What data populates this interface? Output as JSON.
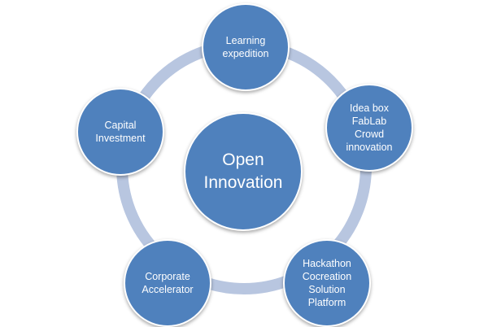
{
  "diagram": {
    "center": {
      "lines": [
        "Open",
        "Innovation"
      ]
    },
    "nodes": [
      {
        "lines": [
          "Learning",
          "expedition"
        ]
      },
      {
        "lines": [
          "Idea box",
          "FabLab",
          "Crowd",
          "innovation"
        ]
      },
      {
        "lines": [
          "Hackathon",
          "Cocreation",
          "Solution",
          "Platform"
        ]
      },
      {
        "lines": [
          "Corporate",
          "Accelerator"
        ]
      },
      {
        "lines": [
          "Capital",
          "Investment"
        ]
      }
    ]
  },
  "colors": {
    "node_fill": "#4F81BD",
    "ring": "#B8C6E0",
    "text": "#FFFFFF"
  }
}
